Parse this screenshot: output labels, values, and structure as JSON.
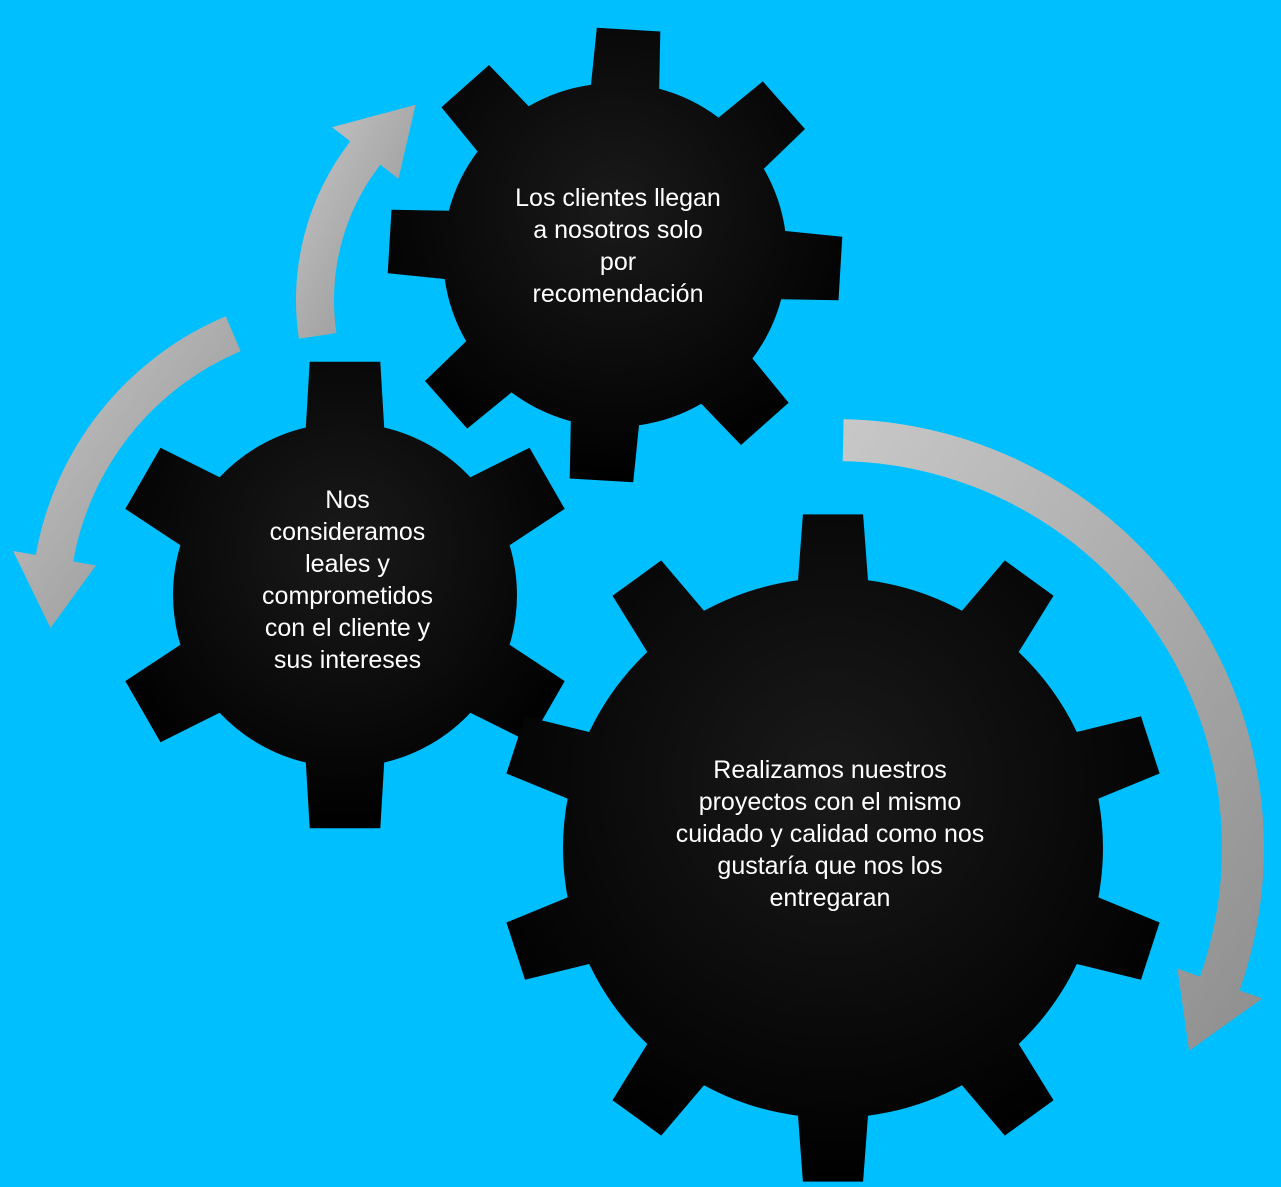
{
  "colors": {
    "background": "#00BFFF",
    "gear_fill": "#000000",
    "arrow": "#A6A6A6",
    "text": "#FFFFFF"
  },
  "gears": [
    {
      "id": "gear-top",
      "text": "Los clientes llegan\na nosotros solo\npor\nrecomendación"
    },
    {
      "id": "gear-left",
      "text": "Nos\nconsideramos\nleales y\ncomprometidos\ncon el cliente y\nsus intereses"
    },
    {
      "id": "gear-right",
      "text": "Realizamos nuestros\nproyectos con el mismo\ncuidado y calidad como nos\ngustaría que nos los\nentregaran"
    }
  ],
  "arrows": [
    "arrow-up",
    "arrow-left-down",
    "arrow-right-down"
  ]
}
